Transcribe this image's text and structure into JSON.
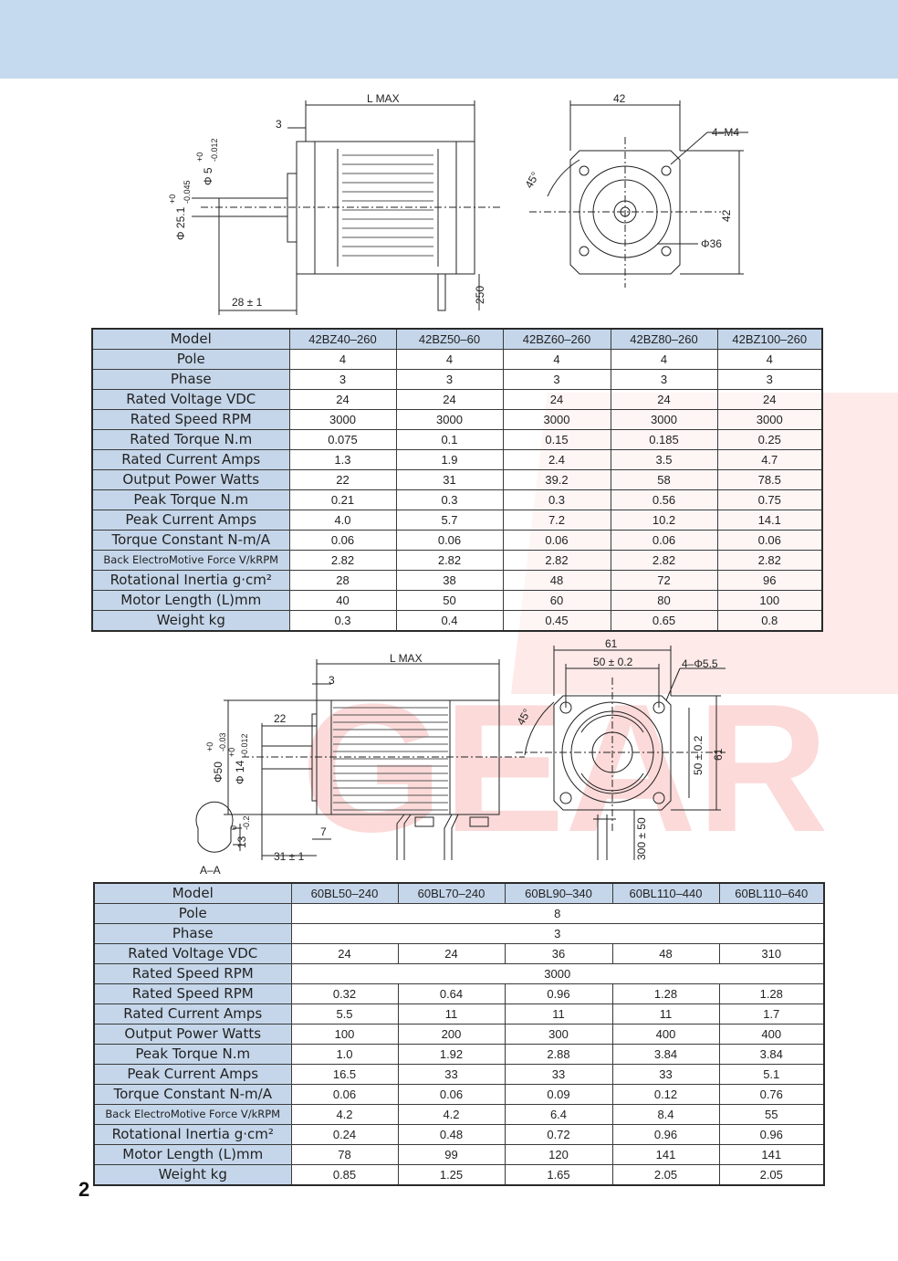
{
  "page_number": "2",
  "colors": {
    "header_band": "#c5d9ef",
    "label_cell": "#c5d6ea",
    "watermark": "#e8332a"
  },
  "watermark_text": "GEAR",
  "drawing1": {
    "labels": {
      "l_max": "L  MAX",
      "three": "3",
      "phi5": "Φ 5",
      "phi5_tol_up": "+0",
      "phi5_tol_dn": "-0.012",
      "phi251": "Φ 25.1",
      "phi251_tol_up": "+0",
      "phi251_tol_dn": "-0.045",
      "len28": "28 ± 1",
      "lead250": "250",
      "w42": "42",
      "h42": "42",
      "holes": "4–M4",
      "angle": "45°",
      "phi36": "Φ36"
    }
  },
  "drawing2": {
    "labels": {
      "l_max": "L  MAX",
      "three": "3",
      "twentytwo": "22",
      "phi50": "Φ50",
      "phi50_tol_up": "+0",
      "phi50_tol_dn": "-0.03",
      "phi14": "Φ 14",
      "phi14_tol_up": "+0",
      "phi14_tol_dn": "-0.012",
      "seven": "7",
      "len31": "31 ± 1",
      "thirteen": "13",
      "thirteen_tol_up": "0",
      "thirteen_tol_dn": "-0.2",
      "section": "A–A",
      "lead300": "300 ± 50",
      "w61": "61",
      "pcd50": "50 ± 0.2",
      "holes": "4–Φ5.5",
      "angle": "45°",
      "v50": "50 ± 0.2",
      "v61": "61"
    }
  },
  "table1": {
    "header": {
      "label": "Model",
      "models": [
        "42BZ40–260",
        "42BZ50–60",
        "42BZ60–260",
        "42BZ80–260",
        "42BZ100–260"
      ]
    },
    "rows": [
      {
        "label": "Pole",
        "values": [
          "4",
          "4",
          "4",
          "4",
          "4"
        ]
      },
      {
        "label": "Phase",
        "values": [
          "3",
          "3",
          "3",
          "3",
          "3"
        ]
      },
      {
        "label": "Rated Voltage VDC",
        "values": [
          "24",
          "24",
          "24",
          "24",
          "24"
        ]
      },
      {
        "label": "Rated Speed RPM",
        "values": [
          "3000",
          "3000",
          "3000",
          "3000",
          "3000"
        ]
      },
      {
        "label": "Rated Torque N.m",
        "values": [
          "0.075",
          "0.1",
          "0.15",
          "0.185",
          "0.25"
        ]
      },
      {
        "label": "Rated Current Amps",
        "values": [
          "1.3",
          "1.9",
          "2.4",
          "3.5",
          "4.7"
        ]
      },
      {
        "label": "Output Power Watts",
        "values": [
          "22",
          "31",
          "39.2",
          "58",
          "78.5"
        ]
      },
      {
        "label": "Peak Torque N.m",
        "values": [
          "0.21",
          "0.3",
          "0.3",
          "0.56",
          "0.75"
        ]
      },
      {
        "label": "Peak Current Amps",
        "values": [
          "4.0",
          "5.7",
          "7.2",
          "10.2",
          "14.1"
        ]
      },
      {
        "label": "Torque Constant N-m/A",
        "values": [
          "0.06",
          "0.06",
          "0.06",
          "0.06",
          "0.06"
        ]
      },
      {
        "label": "Back ElectroMotive Force  V/kRPM",
        "small": true,
        "values": [
          "2.82",
          "2.82",
          "2.82",
          "2.82",
          "2.82"
        ]
      },
      {
        "label": "Rotational Inertia g·cm²",
        "values": [
          "28",
          "38",
          "48",
          "72",
          "96"
        ]
      },
      {
        "label": "Motor Length (L)mm",
        "values": [
          "40",
          "50",
          "60",
          "80",
          "100"
        ]
      },
      {
        "label": "Weight kg",
        "values": [
          "0.3",
          "0.4",
          "0.45",
          "0.65",
          "0.8"
        ]
      }
    ]
  },
  "table2": {
    "header": {
      "label": "Model",
      "models": [
        "60BL50–240",
        "60BL70–240",
        "60BL90–340",
        "60BL110–440",
        "60BL110–640"
      ]
    },
    "rows": [
      {
        "label": "Pole",
        "span": "8"
      },
      {
        "label": "Phase",
        "span": "3"
      },
      {
        "label": "Rated Voltage VDC",
        "values": [
          "24",
          "24",
          "36",
          "48",
          "310"
        ]
      },
      {
        "label": "Rated Speed RPM",
        "span": "3000"
      },
      {
        "label": "Rated Speed RPM",
        "values": [
          "0.32",
          "0.64",
          "0.96",
          "1.28",
          "1.28"
        ]
      },
      {
        "label": "Rated Current Amps",
        "values": [
          "5.5",
          "11",
          "11",
          "11",
          "1.7"
        ]
      },
      {
        "label": "Output Power Watts",
        "values": [
          "100",
          "200",
          "300",
          "400",
          "400"
        ]
      },
      {
        "label": "Peak Torque N.m",
        "values": [
          "1.0",
          "1.92",
          "2.88",
          "3.84",
          "3.84"
        ]
      },
      {
        "label": "Peak Current Amps",
        "values": [
          "16.5",
          "33",
          "33",
          "33",
          "5.1"
        ]
      },
      {
        "label": "Torque Constant N-m/A",
        "values": [
          "0.06",
          "0.06",
          "0.09",
          "0.12",
          "0.76"
        ]
      },
      {
        "label": "Back ElectroMotive Force  V/kRPM",
        "small": true,
        "values": [
          "4.2",
          "4.2",
          "6.4",
          "8.4",
          "55"
        ]
      },
      {
        "label": "Rotational Inertia g·cm²",
        "values": [
          "0.24",
          "0.48",
          "0.72",
          "0.96",
          "0.96"
        ]
      },
      {
        "label": "Motor Length (L)mm",
        "values": [
          "78",
          "99",
          "120",
          "141",
          "141"
        ]
      },
      {
        "label": "Weight kg",
        "values": [
          "0.85",
          "1.25",
          "1.65",
          "2.05",
          "2.05"
        ]
      }
    ]
  }
}
